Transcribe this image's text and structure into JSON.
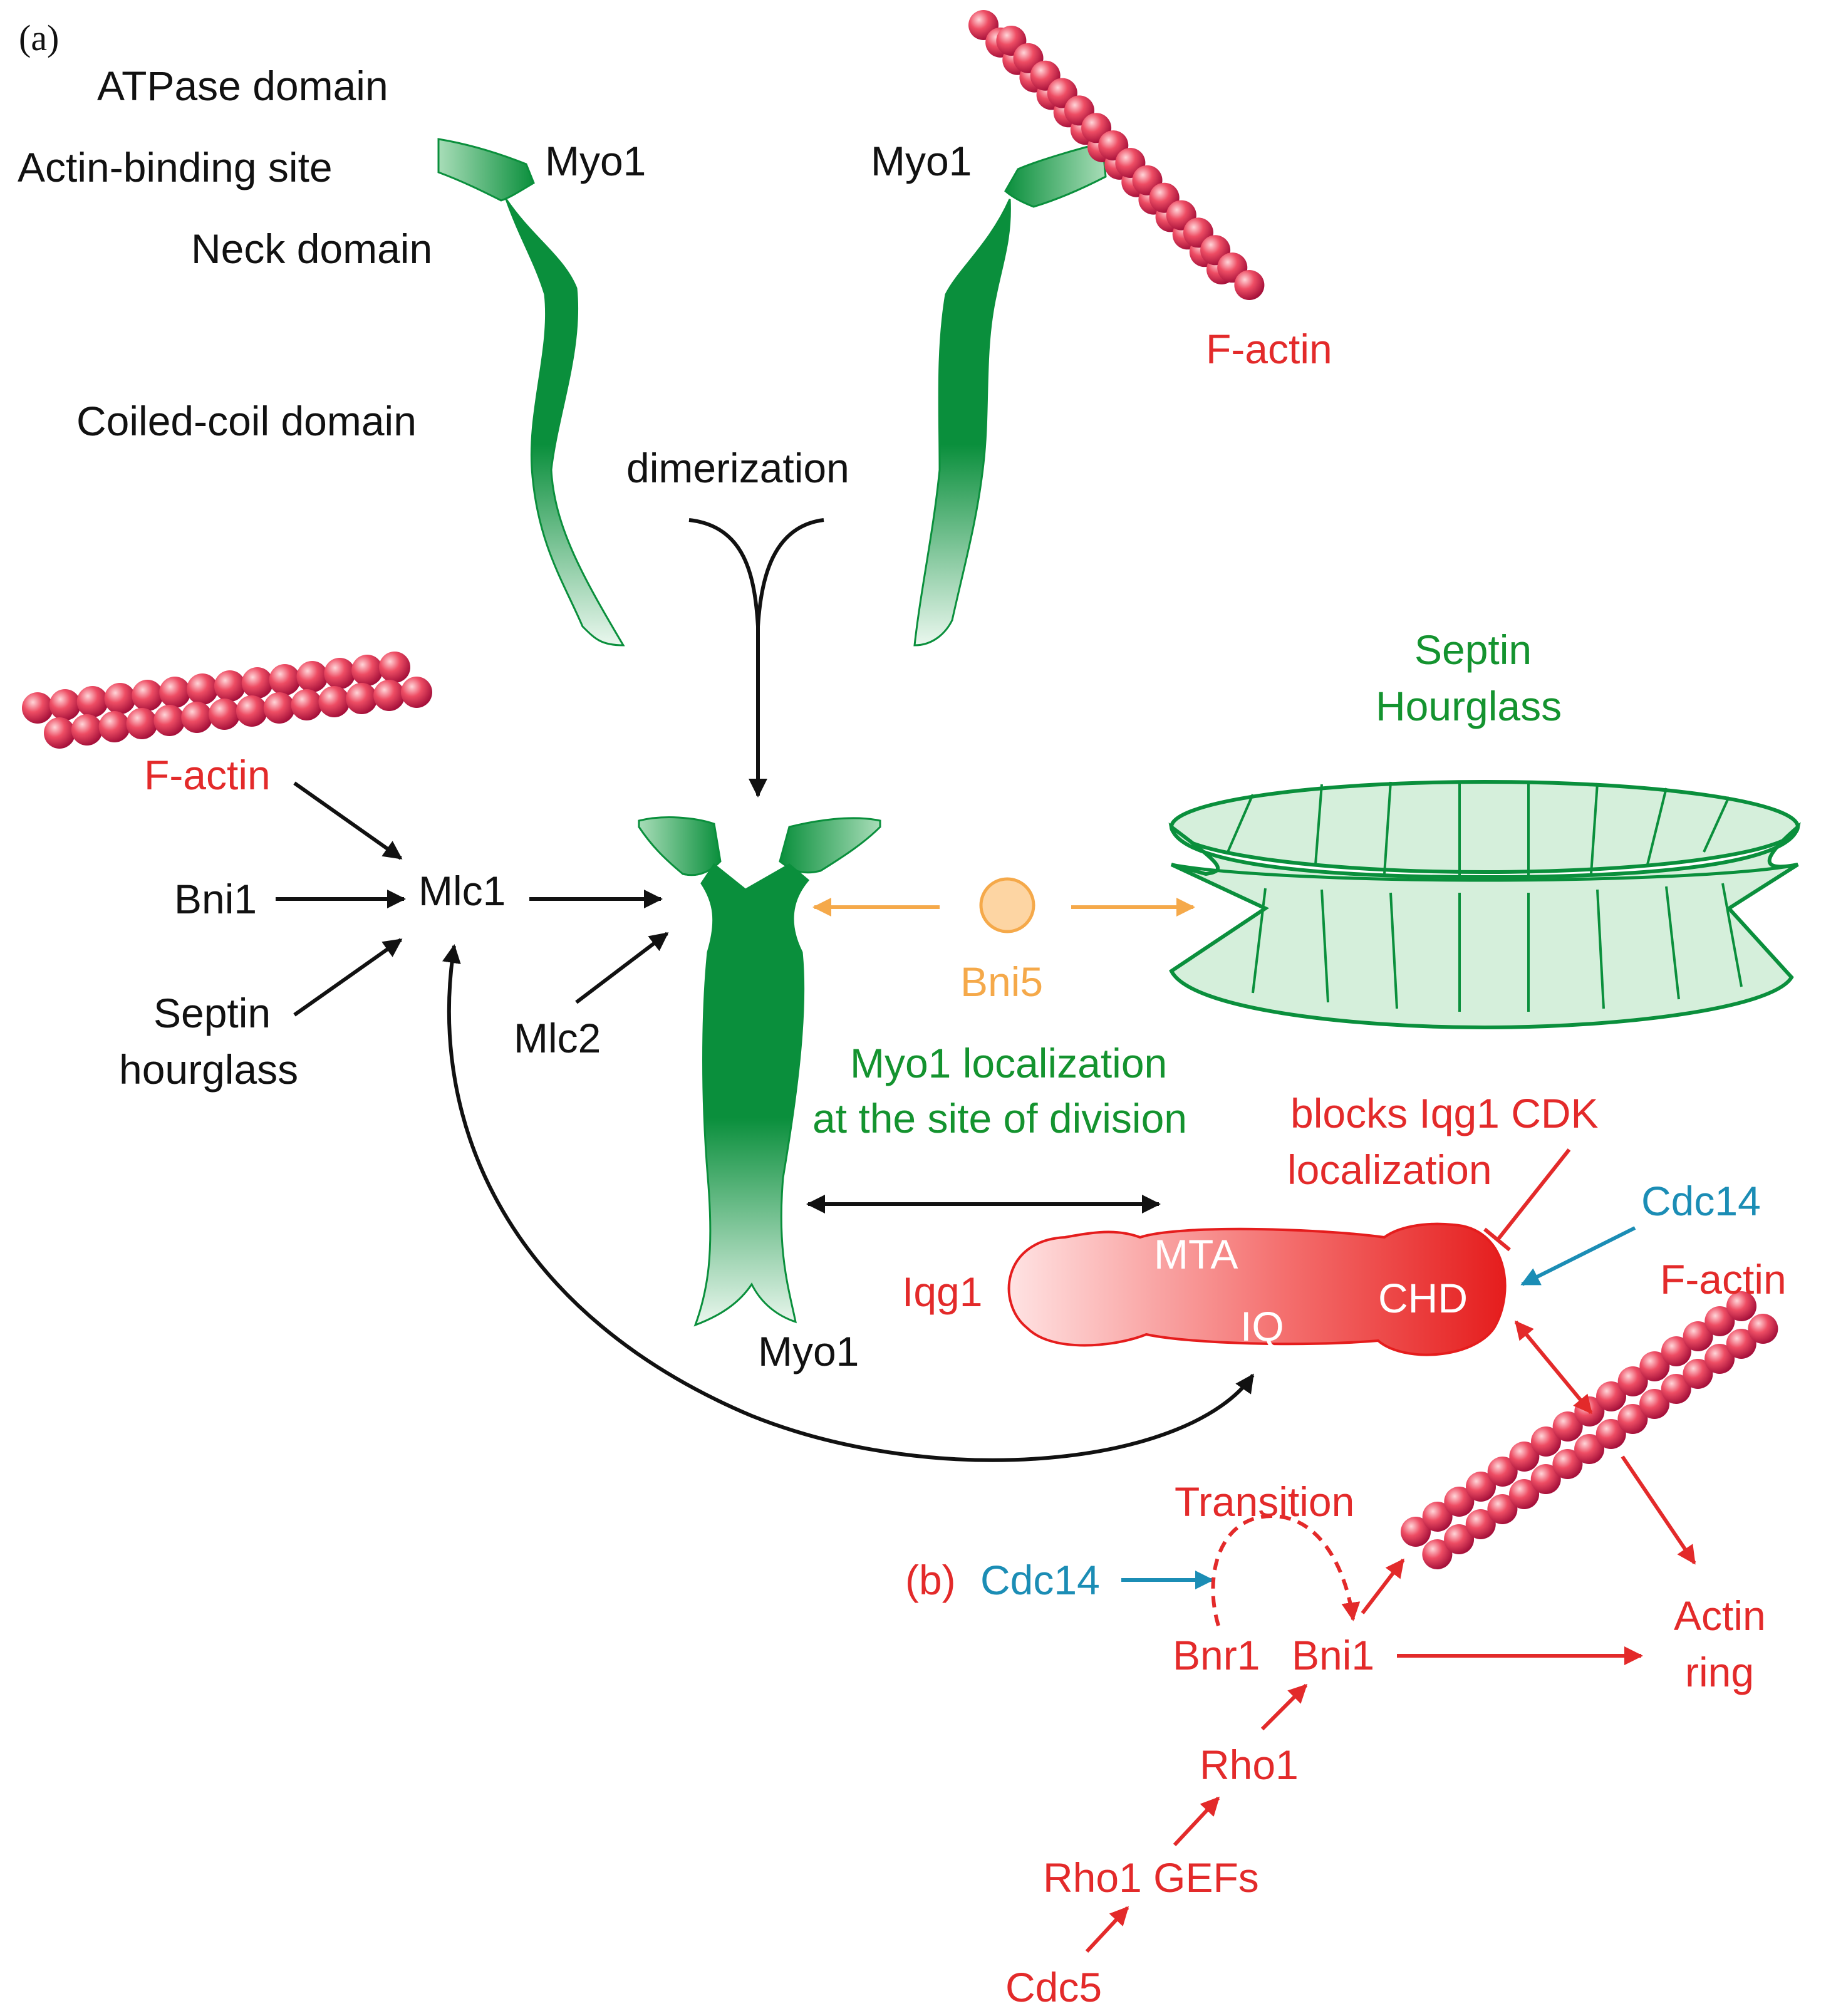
{
  "panels": {
    "a": "(a)",
    "b": "(b)"
  },
  "domain_labels": {
    "atpase": "ATPase domain",
    "actin_binding": "Actin-binding site",
    "neck": "Neck domain",
    "coiled_coil": "Coiled-coil domain"
  },
  "myo1": {
    "left": "Myo1",
    "right": "Myo1",
    "dimer": "Myo1",
    "dimerization": "dimerization",
    "localization_line1": "Myo1 localization",
    "localization_line2": "at the site of division"
  },
  "factin": {
    "top": "F-actin",
    "left": "F-actin",
    "right": "F-actin"
  },
  "mlc1_inputs": {
    "bni1": "Bni1",
    "mlc1": "Mlc1",
    "septin_line1": "Septin",
    "septin_line2": "hourglass",
    "mlc2": "Mlc2"
  },
  "septin": {
    "line1": "Septin",
    "line2": "Hourglass"
  },
  "bni5": "Bni5",
  "iqg1": {
    "name": "Iqg1",
    "mta": "MTA",
    "iq": "IQ",
    "chd": "CHD",
    "blocks_line1": "blocks Iqg1 CDK",
    "blocks_line2": "localization",
    "cdc14": "Cdc14"
  },
  "panel_b": {
    "transition": "Transition",
    "cdc14": "Cdc14",
    "bnr1": "Bnr1",
    "bni1": "Bni1",
    "rho1": "Rho1",
    "rho1_gefs": "Rho1 GEFs",
    "cdc5": "Cdc5",
    "actin_ring_line1": "Actin",
    "actin_ring_line2": "ring"
  },
  "colors": {
    "myosin_green": "#0a8f3c",
    "label_green": "#14932f",
    "actin_red": "#e32a2a",
    "bni5_orange": "#f5a94a",
    "cdc14_blue": "#1b8db5",
    "black": "#111111"
  }
}
